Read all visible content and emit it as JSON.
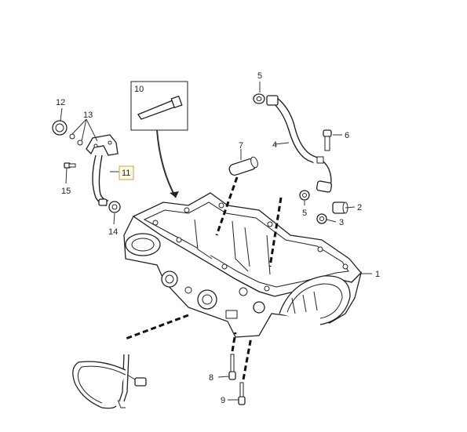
{
  "callouts": {
    "c1": "1",
    "c2": "2",
    "c3": "3",
    "c4": "4",
    "c5a": "5",
    "c5b": "5",
    "c6": "6",
    "c7": "7",
    "c8": "8",
    "c9": "9",
    "c10": "10",
    "c11": "11",
    "c12": "12",
    "c13": "13",
    "c14": "14",
    "c15": "15"
  },
  "highlighted_callout": "11",
  "colors": {
    "line": "#222222",
    "highlight_fill": "#fffbe0",
    "highlight_border": "#c9a64a"
  }
}
